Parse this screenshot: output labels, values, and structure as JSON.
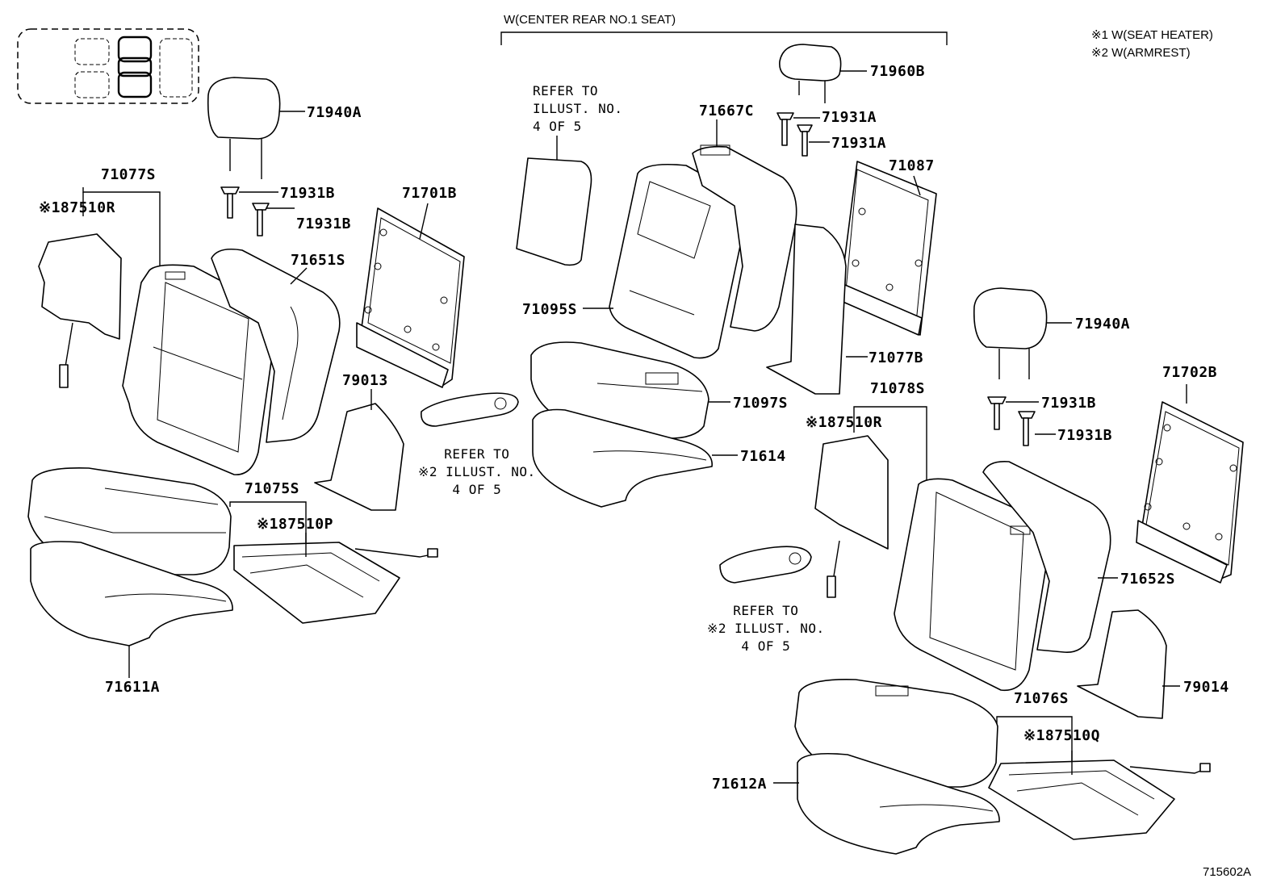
{
  "header": {
    "center_rear_title": "W(CENTER REAR NO.1 SEAT)",
    "legend_1": "※1 W(SEAT HEATER)",
    "legend_2": "※2 W(ARMREST)"
  },
  "refer_notes": [
    "REFER TO\nILLUST. NO.\n4 OF 5",
    "REFER TO\n※2 ILLUST. NO.\n4 OF 5",
    "REFER TO\n※2 ILLUST. NO.\n4 OF 5"
  ],
  "labels": {
    "p71940A_left": "71940A",
    "p71077S": "71077S",
    "p87510R_left": "※187510R",
    "p71931B_1": "71931B",
    "p71931B_2": "71931B",
    "p71651S": "71651S",
    "p71701B": "71701B",
    "p79013": "79013",
    "p71075S": "71075S",
    "p87510P": "※187510P",
    "p71611A": "71611A",
    "p71960B": "71960B",
    "p71667C": "71667C",
    "p71931A_1": "71931A",
    "p71931A_2": "71931A",
    "p71087": "71087",
    "p71095S": "71095S",
    "p71077B": "71077B",
    "p71097S": "71097S",
    "p71614": "71614",
    "p71940A_right": "71940A",
    "p71078S": "71078S",
    "p87510R_right": "※187510R",
    "p71702B": "71702B",
    "p71931B_3": "71931B",
    "p71931B_4": "71931B",
    "p71652S": "71652S",
    "p79014": "79014",
    "p71076S": "71076S",
    "p87510Q": "※187510Q",
    "p71612A": "71612A"
  },
  "illustration_id": "715602A"
}
